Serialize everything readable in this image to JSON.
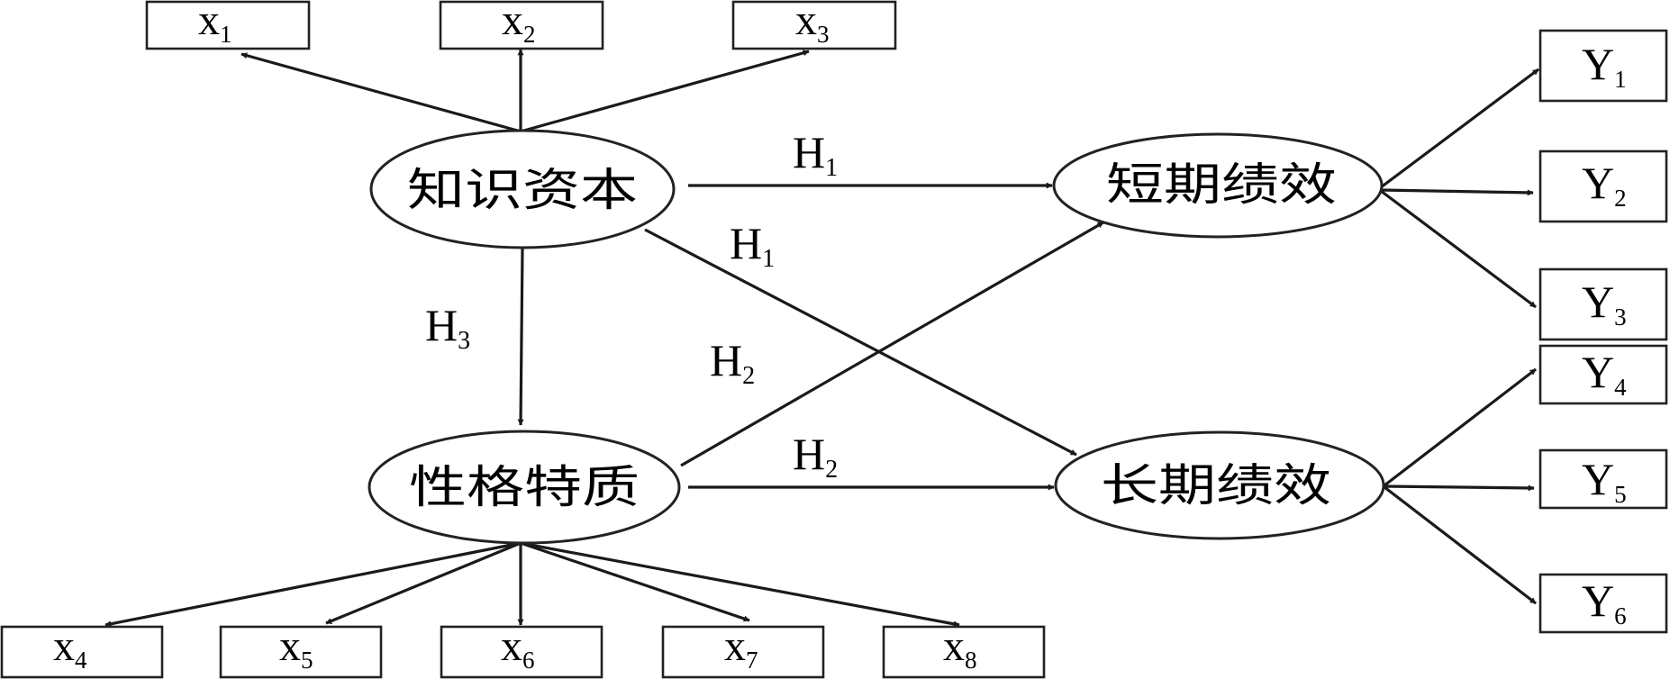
{
  "constructs": {
    "knowledge_capital": "知识资本",
    "personality_traits": "性格特质",
    "short_term_performance": "短期绩效",
    "long_term_performance": "长期绩效"
  },
  "indicators": {
    "x1": {
      "base": "x",
      "sub": "1"
    },
    "x2": {
      "base": "x",
      "sub": "2"
    },
    "x3": {
      "base": "x",
      "sub": "3"
    },
    "x4": {
      "base": "x",
      "sub": "4"
    },
    "x5": {
      "base": "x",
      "sub": "5"
    },
    "x6": {
      "base": "x",
      "sub": "6"
    },
    "x7": {
      "base": "x",
      "sub": "7"
    },
    "x8": {
      "base": "x",
      "sub": "8"
    },
    "y1": {
      "base": "Y",
      "sub": "1"
    },
    "y2": {
      "base": "Y",
      "sub": "2"
    },
    "y3": {
      "base": "Y",
      "sub": "3"
    },
    "y4": {
      "base": "Y",
      "sub": "4"
    },
    "y5": {
      "base": "Y",
      "sub": "5"
    },
    "y6": {
      "base": "Y",
      "sub": "6"
    }
  },
  "hypotheses": {
    "kc_short": {
      "base": "H",
      "sub": "1"
    },
    "kc_long": {
      "base": "H",
      "sub": "1"
    },
    "pt_short": {
      "base": "H",
      "sub": "2"
    },
    "pt_long": {
      "base": "H",
      "sub": "2"
    },
    "kc_pt": {
      "base": "H",
      "sub": "3"
    }
  }
}
